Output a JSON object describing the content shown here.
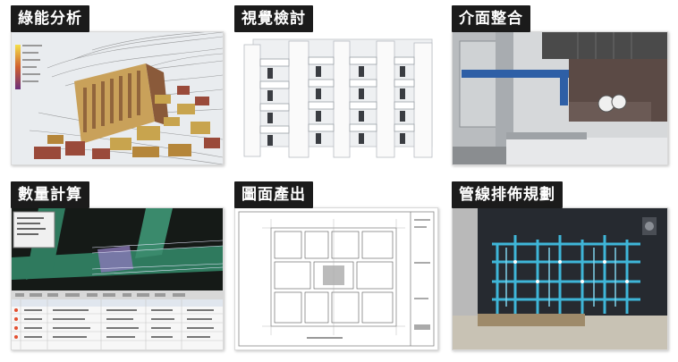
{
  "tiles": [
    {
      "label": "綠能分析"
    },
    {
      "label": "視覺檢討"
    },
    {
      "label": "介面整合"
    },
    {
      "label": "數量計算"
    },
    {
      "label": "圖面產出"
    },
    {
      "label": "管線排佈規劃"
    }
  ],
  "colors": {
    "label_bg": "#1b1b1b",
    "label_text": "#ffffff",
    "pipe_blue": "#3fb6d8",
    "duct_green": "#2f7a5e"
  }
}
